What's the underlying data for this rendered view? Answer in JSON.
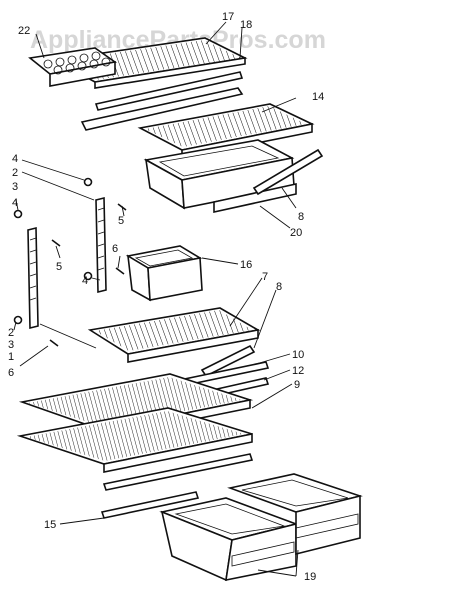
{
  "watermark": "AppliancePartsPros.com",
  "callouts": {
    "c1": "1",
    "c2a": "2",
    "c2b": "2",
    "c3a": "3",
    "c3b": "3",
    "c4a": "4",
    "c4b": "4",
    "c4c": "4",
    "c5a": "5",
    "c5b": "5",
    "c6a": "6",
    "c6b": "6",
    "c7": "7",
    "c8a": "8",
    "c8b": "8",
    "c9": "9",
    "c10": "10",
    "c12": "12",
    "c14": "14",
    "c15": "15",
    "c16": "16",
    "c17": "17",
    "c18": "18",
    "c19": "19",
    "c20": "20",
    "c22": "22"
  }
}
